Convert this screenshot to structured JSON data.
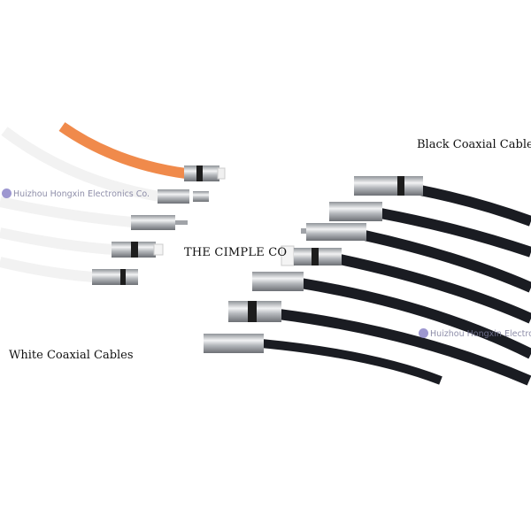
{
  "labels": {
    "black_cables": "Black Coaxial Cables",
    "white_cables": "White Coaxial Cables",
    "brand": "THE CIMPLE CO"
  },
  "watermark": {
    "left": "Huizhou Hongxin Electronics Co.",
    "right": "Huizhou Hongxin Electronics"
  },
  "colors": {
    "background": "#ffffff",
    "black_cable": "#1a1c22",
    "white_cable": "#f4f4f4",
    "orange_cable": "#f08a4b",
    "connector_metal": "#b9bcc0",
    "connector_band": "#1d1d1d"
  },
  "icons": [
    "watermark-logo-icon"
  ]
}
